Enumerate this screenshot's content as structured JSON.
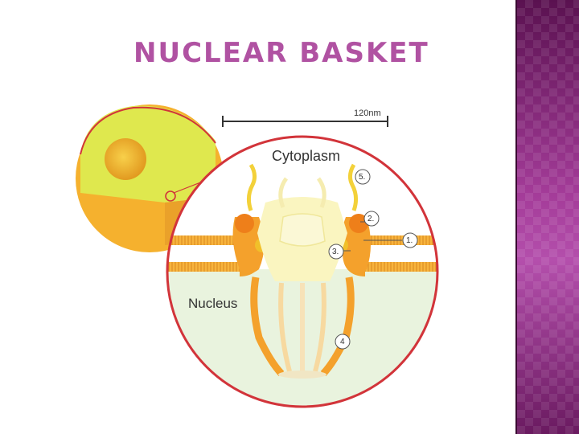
{
  "slide": {
    "title": "NUCLEAR BASKET"
  },
  "diagram": {
    "scale_label": "120nm",
    "region_labels": {
      "top": "Cytoplasm",
      "bottom": "Nucleus"
    },
    "markers": [
      "1.",
      "2.",
      "3.",
      "4",
      "5."
    ]
  },
  "colors": {
    "title": "#b052a2",
    "membrane": "#f2a12c",
    "magnifier_ring": "#d2343a",
    "cytoplasm_bg": "#ffffff",
    "nucleus_bg": "#e9f3de",
    "cell_body": "#f5b12e",
    "nucleus_yellow": "#e6e84a",
    "panel": "#a43c99"
  }
}
